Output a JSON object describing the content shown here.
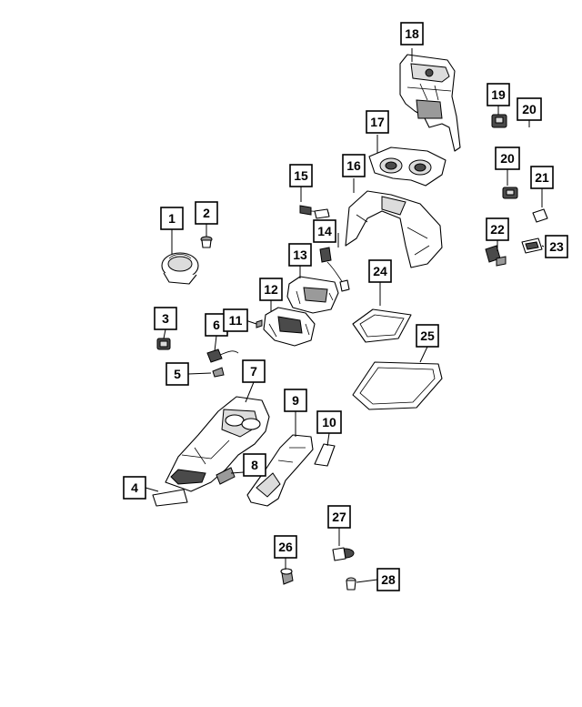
{
  "callouts": [
    {
      "id": "1",
      "label": "1"
    },
    {
      "id": "2",
      "label": "2"
    },
    {
      "id": "3",
      "label": "3"
    },
    {
      "id": "4",
      "label": "4"
    },
    {
      "id": "5",
      "label": "5"
    },
    {
      "id": "6",
      "label": "6"
    },
    {
      "id": "7",
      "label": "7"
    },
    {
      "id": "8",
      "label": "8"
    },
    {
      "id": "9",
      "label": "9"
    },
    {
      "id": "10",
      "label": "10"
    },
    {
      "id": "11",
      "label": "11"
    },
    {
      "id": "12",
      "label": "12"
    },
    {
      "id": "13",
      "label": "13"
    },
    {
      "id": "14",
      "label": "14"
    },
    {
      "id": "15",
      "label": "15"
    },
    {
      "id": "16",
      "label": "16"
    },
    {
      "id": "17",
      "label": "17"
    },
    {
      "id": "18",
      "label": "18"
    },
    {
      "id": "19",
      "label": "19"
    },
    {
      "id": "20a",
      "label": "20"
    },
    {
      "id": "20b",
      "label": "20"
    },
    {
      "id": "21",
      "label": "21"
    },
    {
      "id": "22",
      "label": "22"
    },
    {
      "id": "23",
      "label": "23"
    },
    {
      "id": "24",
      "label": "24"
    },
    {
      "id": "25",
      "label": "25"
    },
    {
      "id": "26",
      "label": "26"
    },
    {
      "id": "27",
      "label": "27"
    },
    {
      "id": "28",
      "label": "28"
    }
  ]
}
